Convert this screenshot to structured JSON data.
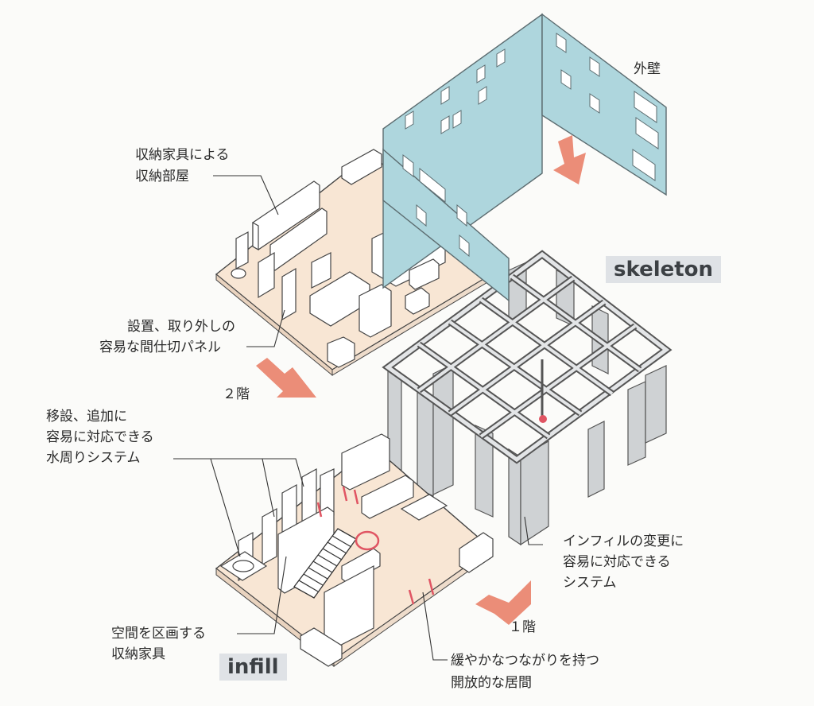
{
  "labels": {
    "exterior_wall": "外壁",
    "storage_room": [
      "収納家具による",
      "収納部屋"
    ],
    "partition_panel": [
      "設置、取り外しの",
      "容易な間仕切パネル"
    ],
    "second_floor": "２階",
    "water_system": [
      "移設、追加に",
      "容易に対応できる",
      "水周りシステム"
    ],
    "infill_system": [
      "インフィルの変更に",
      "容易に対応できる",
      "システム"
    ],
    "space_furniture": [
      "空間を区画する",
      "収納家具"
    ],
    "first_floor": "１階",
    "living": [
      "緩やかなつながりを持つ",
      "開放的な居間"
    ]
  },
  "badges": {
    "skeleton": "skeleton",
    "infill": "infill"
  },
  "colors": {
    "wall_blue": "#aed6dd",
    "floor_beige": "#f8e6d4",
    "frame_gray": "#cfd2d4",
    "arrow_salmon": "#eb8d78",
    "badge_bg": "#dfe2e6"
  }
}
